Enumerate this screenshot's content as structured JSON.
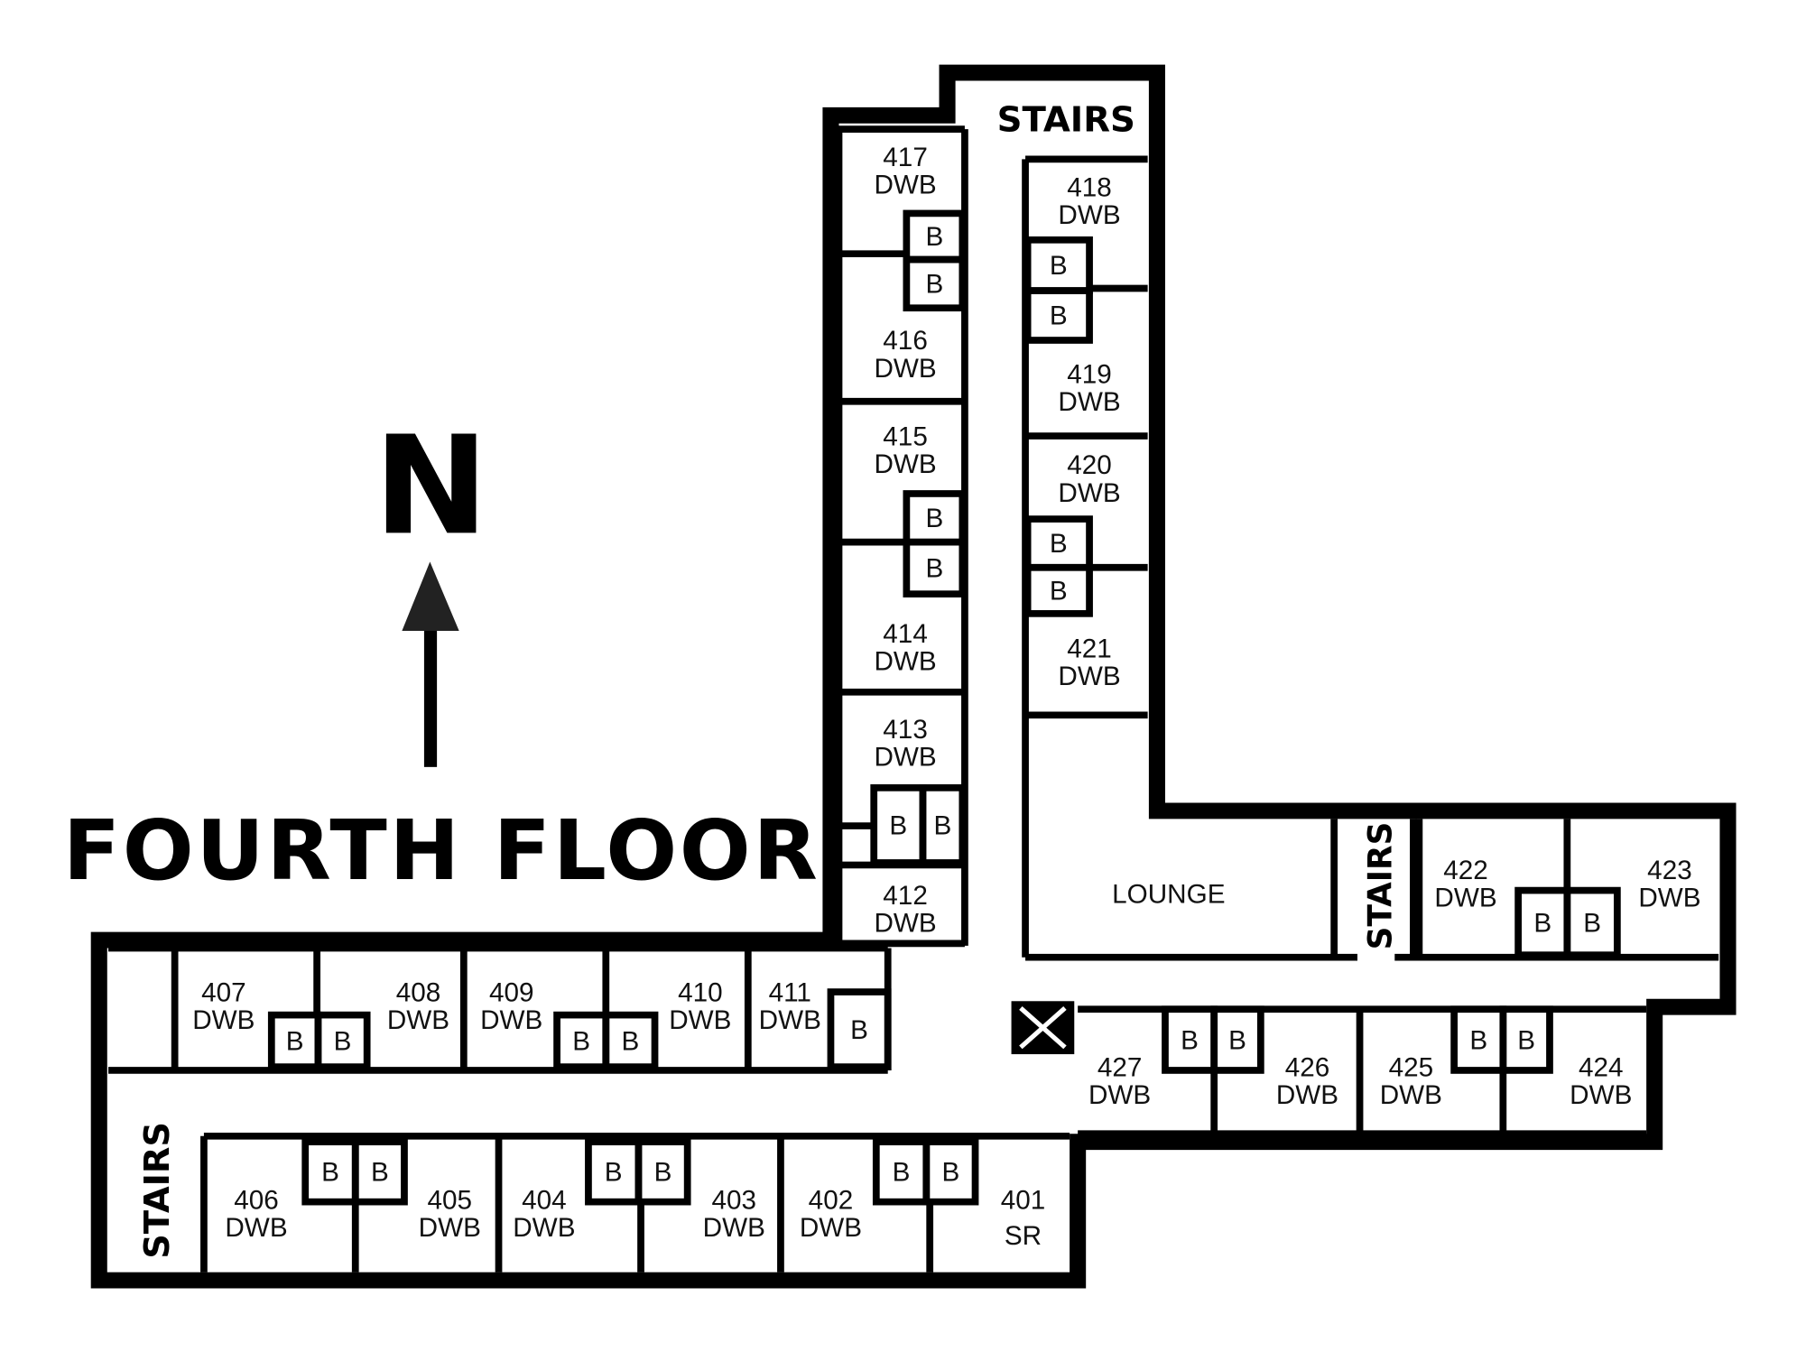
{
  "title": "FOURTH FLOOR",
  "compass": {
    "label": "N",
    "icon": "north-arrow-icon"
  },
  "stairs_label": "STAIRS",
  "lounge_label": "LOUNGE",
  "bath_label": "B",
  "rooms": [
    {
      "number": "401",
      "type": "SR"
    },
    {
      "number": "402",
      "type": "DWB"
    },
    {
      "number": "403",
      "type": "DWB"
    },
    {
      "number": "404",
      "type": "DWB"
    },
    {
      "number": "405",
      "type": "DWB"
    },
    {
      "number": "406",
      "type": "DWB"
    },
    {
      "number": "407",
      "type": "DWB"
    },
    {
      "number": "408",
      "type": "DWB"
    },
    {
      "number": "409",
      "type": "DWB"
    },
    {
      "number": "410",
      "type": "DWB"
    },
    {
      "number": "411",
      "type": "DWB"
    },
    {
      "number": "412",
      "type": "DWB"
    },
    {
      "number": "413",
      "type": "DWB"
    },
    {
      "number": "414",
      "type": "DWB"
    },
    {
      "number": "415",
      "type": "DWB"
    },
    {
      "number": "416",
      "type": "DWB"
    },
    {
      "number": "417",
      "type": "DWB"
    },
    {
      "number": "418",
      "type": "DWB"
    },
    {
      "number": "419",
      "type": "DWB"
    },
    {
      "number": "420",
      "type": "DWB"
    },
    {
      "number": "421",
      "type": "DWB"
    },
    {
      "number": "422",
      "type": "DWB"
    },
    {
      "number": "423",
      "type": "DWB"
    },
    {
      "number": "424",
      "type": "DWB"
    },
    {
      "number": "425",
      "type": "DWB"
    },
    {
      "number": "426",
      "type": "DWB"
    },
    {
      "number": "427",
      "type": "DWB"
    }
  ]
}
